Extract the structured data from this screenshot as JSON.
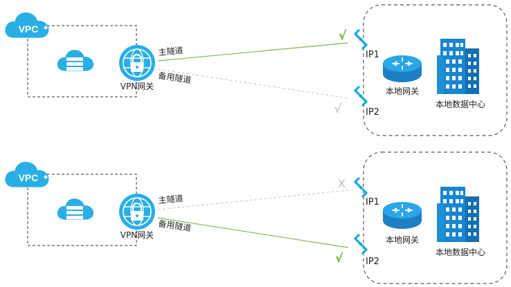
{
  "colors": {
    "primary_line": "#7fb54a",
    "backup_line": "#cfcfcf",
    "check_ok": "#66aa2e",
    "check_idle": "#cccccc",
    "cross": "#bbbbbb",
    "cloud": "#29aee6",
    "building": "#1a86cf",
    "router": "#1c7fc4",
    "link_icon": "#1aaad8"
  },
  "scenarios": [
    {
      "vpc_label": "VPC",
      "vpn_gateway_label": "VPN网关",
      "primary_tunnel_label": "主隧道",
      "backup_tunnel_label": "备用隧道",
      "ip1_label": "IP1",
      "ip2_label": "IP2",
      "ip1_status_mark": "√",
      "ip2_status_mark": "√",
      "local_gateway_label": "本地网关",
      "datacenter_label": "本地数据中心",
      "primary_active": true
    },
    {
      "vpc_label": "VPC",
      "vpn_gateway_label": "VPN网关",
      "primary_tunnel_label": "主隧道",
      "backup_tunnel_label": "备用隧道",
      "ip1_label": "IP1",
      "ip2_label": "IP2",
      "ip1_status_mark": "X",
      "ip2_status_mark": "√",
      "local_gateway_label": "本地网关",
      "datacenter_label": "本地数据中心",
      "primary_active": false
    }
  ]
}
